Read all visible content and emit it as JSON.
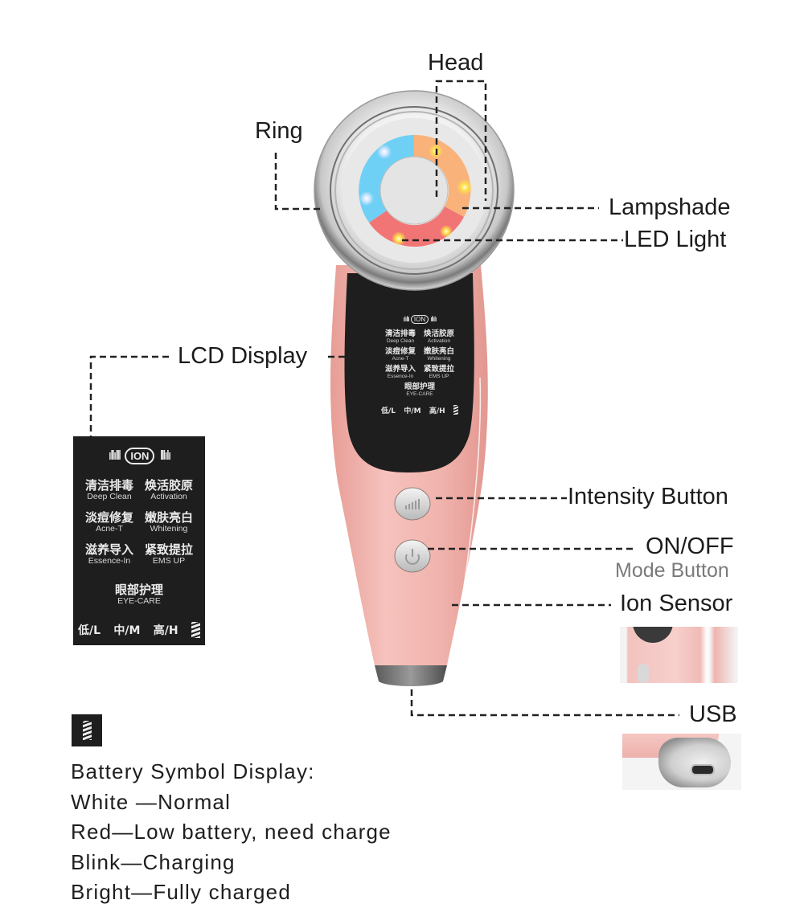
{
  "callouts": {
    "head": "Head",
    "ring": "Ring",
    "lampshade": "Lampshade",
    "led_light": "LED Light",
    "lcd_display": "LCD Display",
    "intensity_button": "Intensity Button",
    "on_off": "ON/OFF",
    "mode_button": "Mode Button",
    "ion_sensor": "Ion Sensor",
    "usb": "USB"
  },
  "lcd": {
    "ion_label": "ION",
    "modes": [
      {
        "cn": "清洁排毒",
        "en": "Deep Clean"
      },
      {
        "cn": "焕活胶原",
        "en": "Activation"
      },
      {
        "cn": "淡痘修复",
        "en": "Acne-T"
      },
      {
        "cn": "嫩肤亮白",
        "en": "Whitening"
      },
      {
        "cn": "滋养导入",
        "en": "Essence-In"
      },
      {
        "cn": "紧致提拉",
        "en": "EMS UP"
      }
    ],
    "eye_care": {
      "cn": "眼部护理",
      "en": "EYE-CARE"
    },
    "levels": [
      "低/L",
      "中/M",
      "高/H"
    ],
    "battery_icon": "battery-icon"
  },
  "battery_legend": {
    "title": "Battery Symbol Display:",
    "lines": [
      "White —Normal",
      "Red—Low battery, need charge",
      "Blink—Charging",
      "Bright—Fully charged"
    ]
  },
  "colors": {
    "body_pink": "#f0b1ab",
    "lcd_black": "#1e1e1e",
    "led_blue": "#6fd0f5",
    "led_orange": "#f9b27a",
    "led_red": "#f27575",
    "chrome": "#d9d9d9"
  }
}
